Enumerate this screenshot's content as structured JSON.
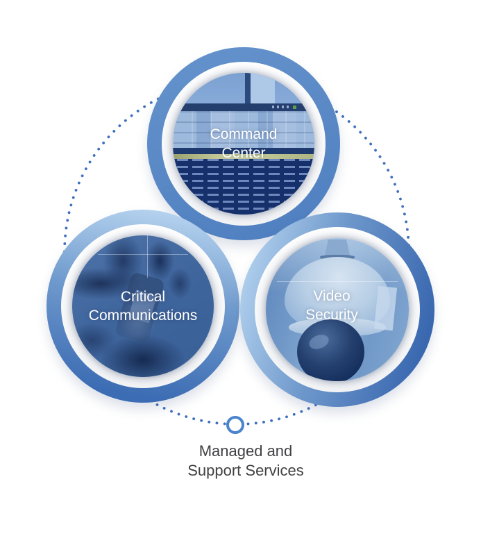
{
  "diagram": {
    "circles": [
      {
        "id": "command-center",
        "label_lines": [
          "Command",
          "Center"
        ],
        "image_subject": "control-room-video-wall-photo"
      },
      {
        "id": "critical-communications",
        "label_lines": [
          "Critical",
          "Communications"
        ],
        "image_subject": "two-way-radio-in-hands-photo"
      },
      {
        "id": "video-security",
        "label_lines": [
          "Video",
          "Security"
        ],
        "image_subject": "dome-security-camera-photo"
      }
    ],
    "hub": {
      "caption_lines": [
        "Managed and",
        "Support Services"
      ]
    },
    "colors": {
      "ring_top": "#5b8ac7",
      "ring_gradient_light": "#b6d3ef",
      "ring_gradient_dark": "#3a67af",
      "ring_inner": "#ffffff",
      "dotted_connector": "#3e6fbf",
      "hub_stroke": "#4a84cc",
      "circle_label_text": "#ffffff",
      "caption_text": "#414144",
      "photo_tint_dark": "#16306b",
      "photo_tint_mid": "#41669e",
      "photo_tint_light": "#9dbede"
    }
  }
}
